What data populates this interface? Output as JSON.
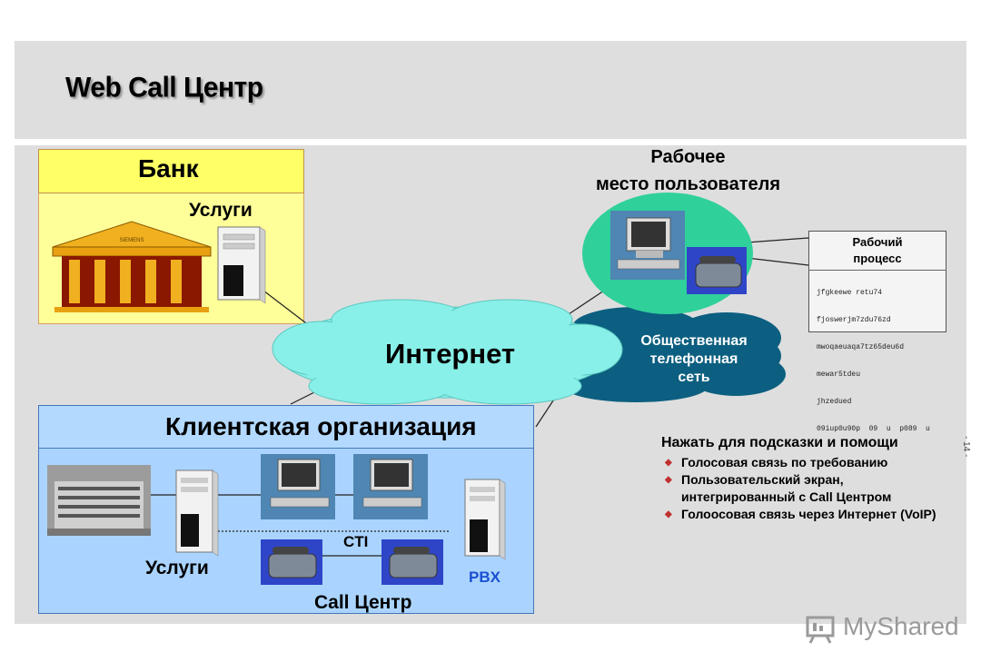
{
  "slide": {
    "title": "Web Call Центр",
    "page_number": "- 14 -"
  },
  "bank": {
    "title": "Банк",
    "services_label": "Услуги",
    "building_sign": "SIEMENS"
  },
  "workplace": {
    "title_line1": "Рабочее",
    "title_line2": "место пользователя"
  },
  "work_process": {
    "title_line1": "Рабочий",
    "title_line2": "процесс",
    "code_lines": [
      "jfgkeewe retu74",
      "fjoswerjm7zdu76zd",
      "mwoqaeuaqa7tz65deu6d",
      "mewar5tdeu",
      "jhzedued",
      "09iup0u90p  09  u  p089  u"
    ]
  },
  "internet": {
    "label": "Интернет"
  },
  "pstn": {
    "line1": "Общественная",
    "line2": "телефонная",
    "line3": "сеть"
  },
  "client_org": {
    "title": "Клиентская организация",
    "services_label": "Услуги",
    "cti_label": "CTI",
    "pbx_label": "PBX",
    "call_center_label": "Call Центр"
  },
  "help": {
    "title": "Нажать для подсказки и помощи",
    "items": [
      "Голосовая связь по требованию",
      "Пользовательский экран, интегрированный с Call Центром",
      "Голоосовая связь через Интернет (VoIP)"
    ]
  },
  "watermark": {
    "text": "MyShared"
  },
  "colors": {
    "background_band": "#dedede",
    "bank_fill": "#ffff99",
    "bank_header": "#ffff66",
    "client_fill": "#aad4ff",
    "internet_cloud": "#88f0e8",
    "pstn_cloud": "#0c5f80",
    "workplace_ellipse": "#30d09a",
    "pbx_text": "#1a4fd0",
    "bullet": "#c03030"
  }
}
